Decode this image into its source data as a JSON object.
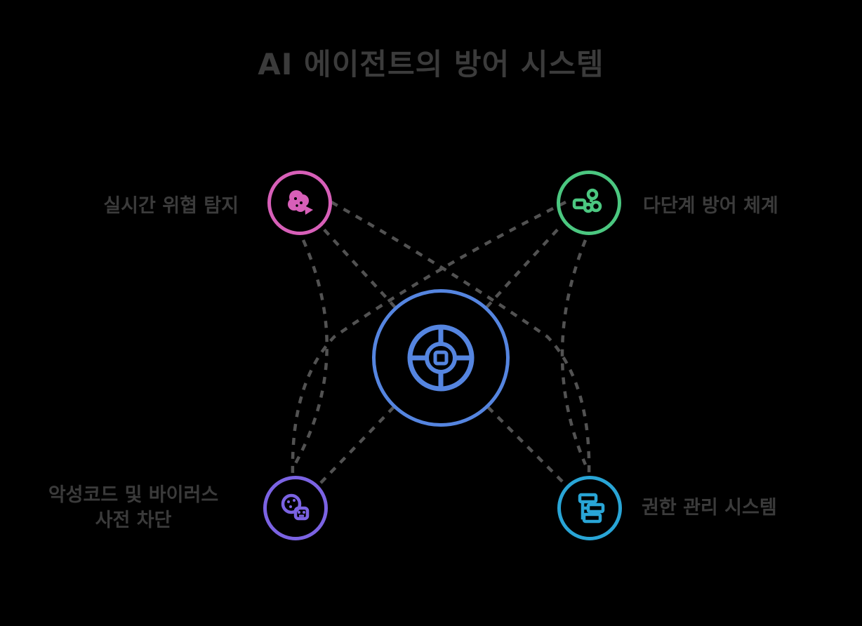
{
  "title": "AI 에이전트의 방어 시스템",
  "diagram": {
    "center": {
      "icon": "target-icon",
      "color": "#5585e0"
    },
    "nodes": {
      "top_left": {
        "label": "실시간 위협 탐지",
        "icon": "germ-icon",
        "color": "#d75fb8"
      },
      "top_right": {
        "label": "다단계 방어 체계",
        "icon": "molecule-icon",
        "color": "#4bc780"
      },
      "bottom_left": {
        "label_line1": "악성코드 및 바이러스",
        "label_line2": "사전 차단",
        "icon": "virus-icon",
        "color": "#7b63e3"
      },
      "bottom_right": {
        "label": "권한 관리 시스템",
        "icon": "hierarchy-icon",
        "color": "#29a5d6"
      }
    },
    "style": {
      "background": "#000000",
      "text_color": "#3b3b3b",
      "connector_color": "#525252"
    }
  }
}
